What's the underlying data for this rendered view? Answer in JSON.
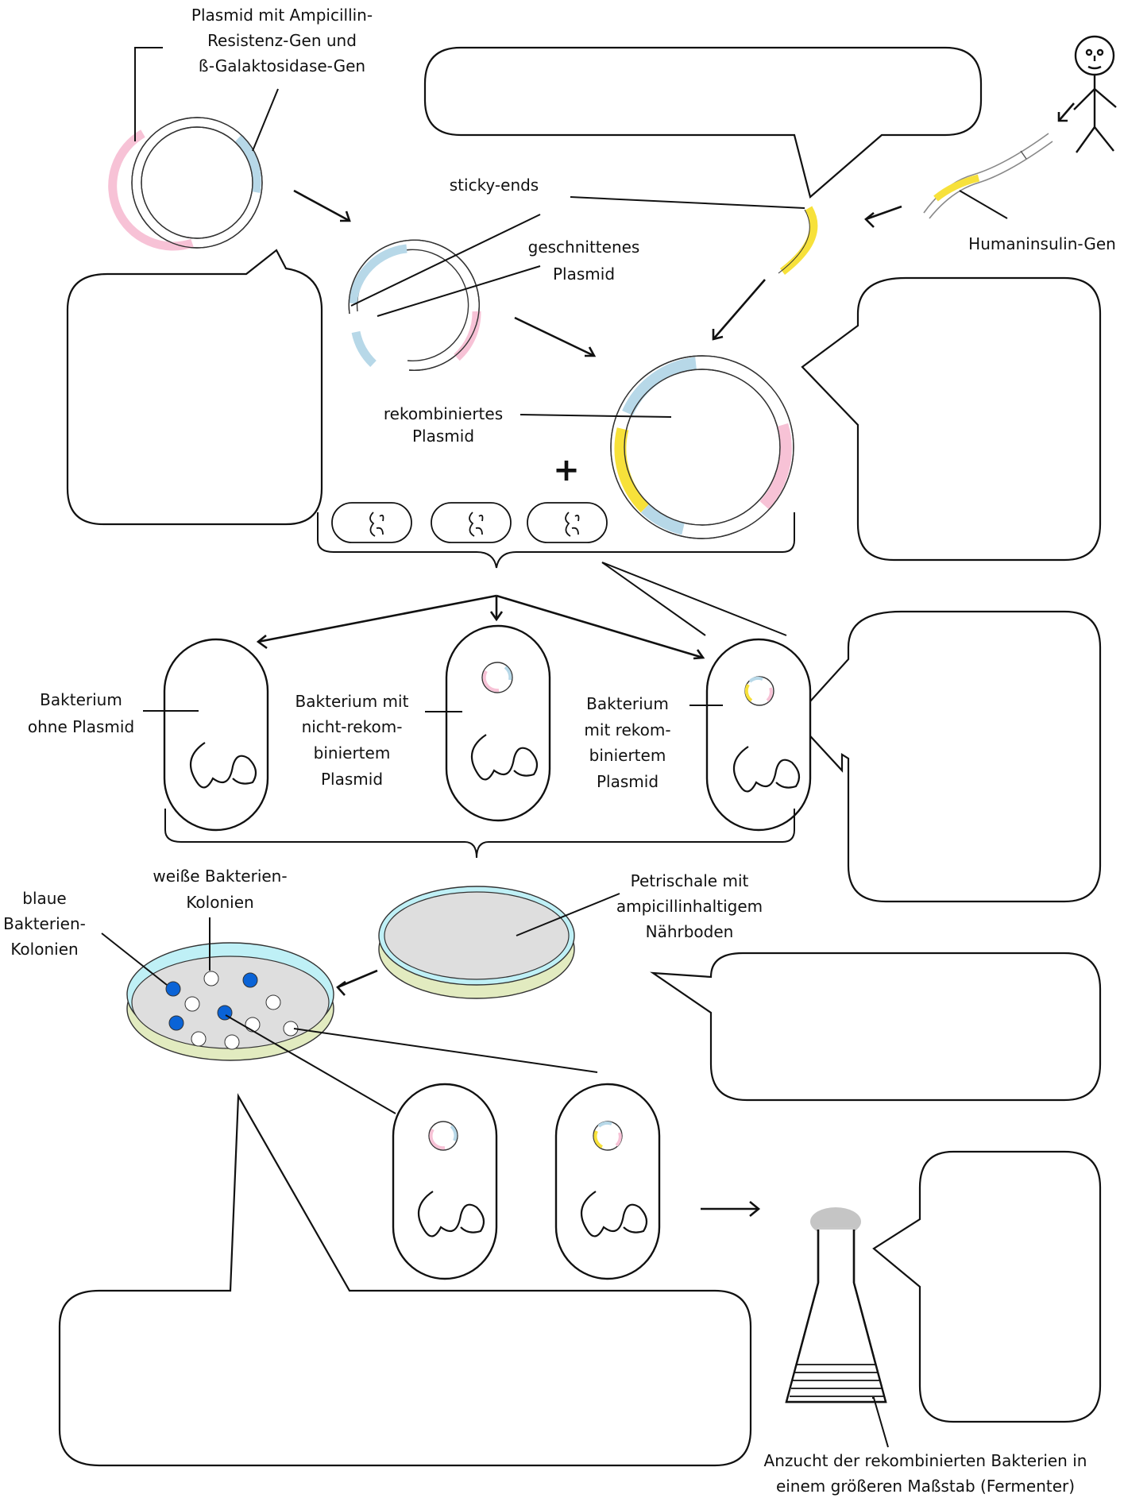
{
  "labels": {
    "plasmid_title_1": "Plasmid mit Ampicillin-",
    "plasmid_title_2": "Resistenz-Gen und",
    "plasmid_title_3": "ß-Galaktosidase-Gen",
    "sticky_ends": "sticky-ends",
    "cut_plasmid_1": "geschnittenes",
    "cut_plasmid_2": "Plasmid",
    "human_insulin": "Humaninsulin-Gen",
    "recombined_1": "rekombiniertes",
    "recombined_2": "Plasmid",
    "plus": "+",
    "bact_none_1": "Bakterium",
    "bact_none_2": "ohne Plasmid",
    "bact_nonrec_1": "Bakterium mit",
    "bact_nonrec_2": "nicht-rekom-",
    "bact_nonrec_3": "biniertem",
    "bact_nonrec_4": "Plasmid",
    "bact_rec_1": "Bakterium",
    "bact_rec_2": "mit rekom-",
    "bact_rec_3": "biniertem",
    "bact_rec_4": "Plasmid",
    "white_col_1": "weiße Bakterien-",
    "white_col_2": "Kolonien",
    "blue_col_1": "blaue",
    "blue_col_2": "Bakterien-",
    "blue_col_3": "Kolonien",
    "petri_1": "Petrischale mit",
    "petri_2": "ampicillinhaltigem",
    "petri_3": "Nährboden",
    "ferment_1": "Anzucht der rekombinierten Bakterien in",
    "ferment_2": "einem größeren Maßstab (Fermenter)"
  },
  "colors": {
    "ampicillin_gene": "#f7c2d6",
    "galactosidase_gene": "#b7d8e8",
    "insulin_gene": "#f7e13a",
    "blue_colony": "#0a63d6",
    "agar": "#dedede",
    "dish_rim": "#bff0f6",
    "dish_base": "#e2ebc0"
  }
}
